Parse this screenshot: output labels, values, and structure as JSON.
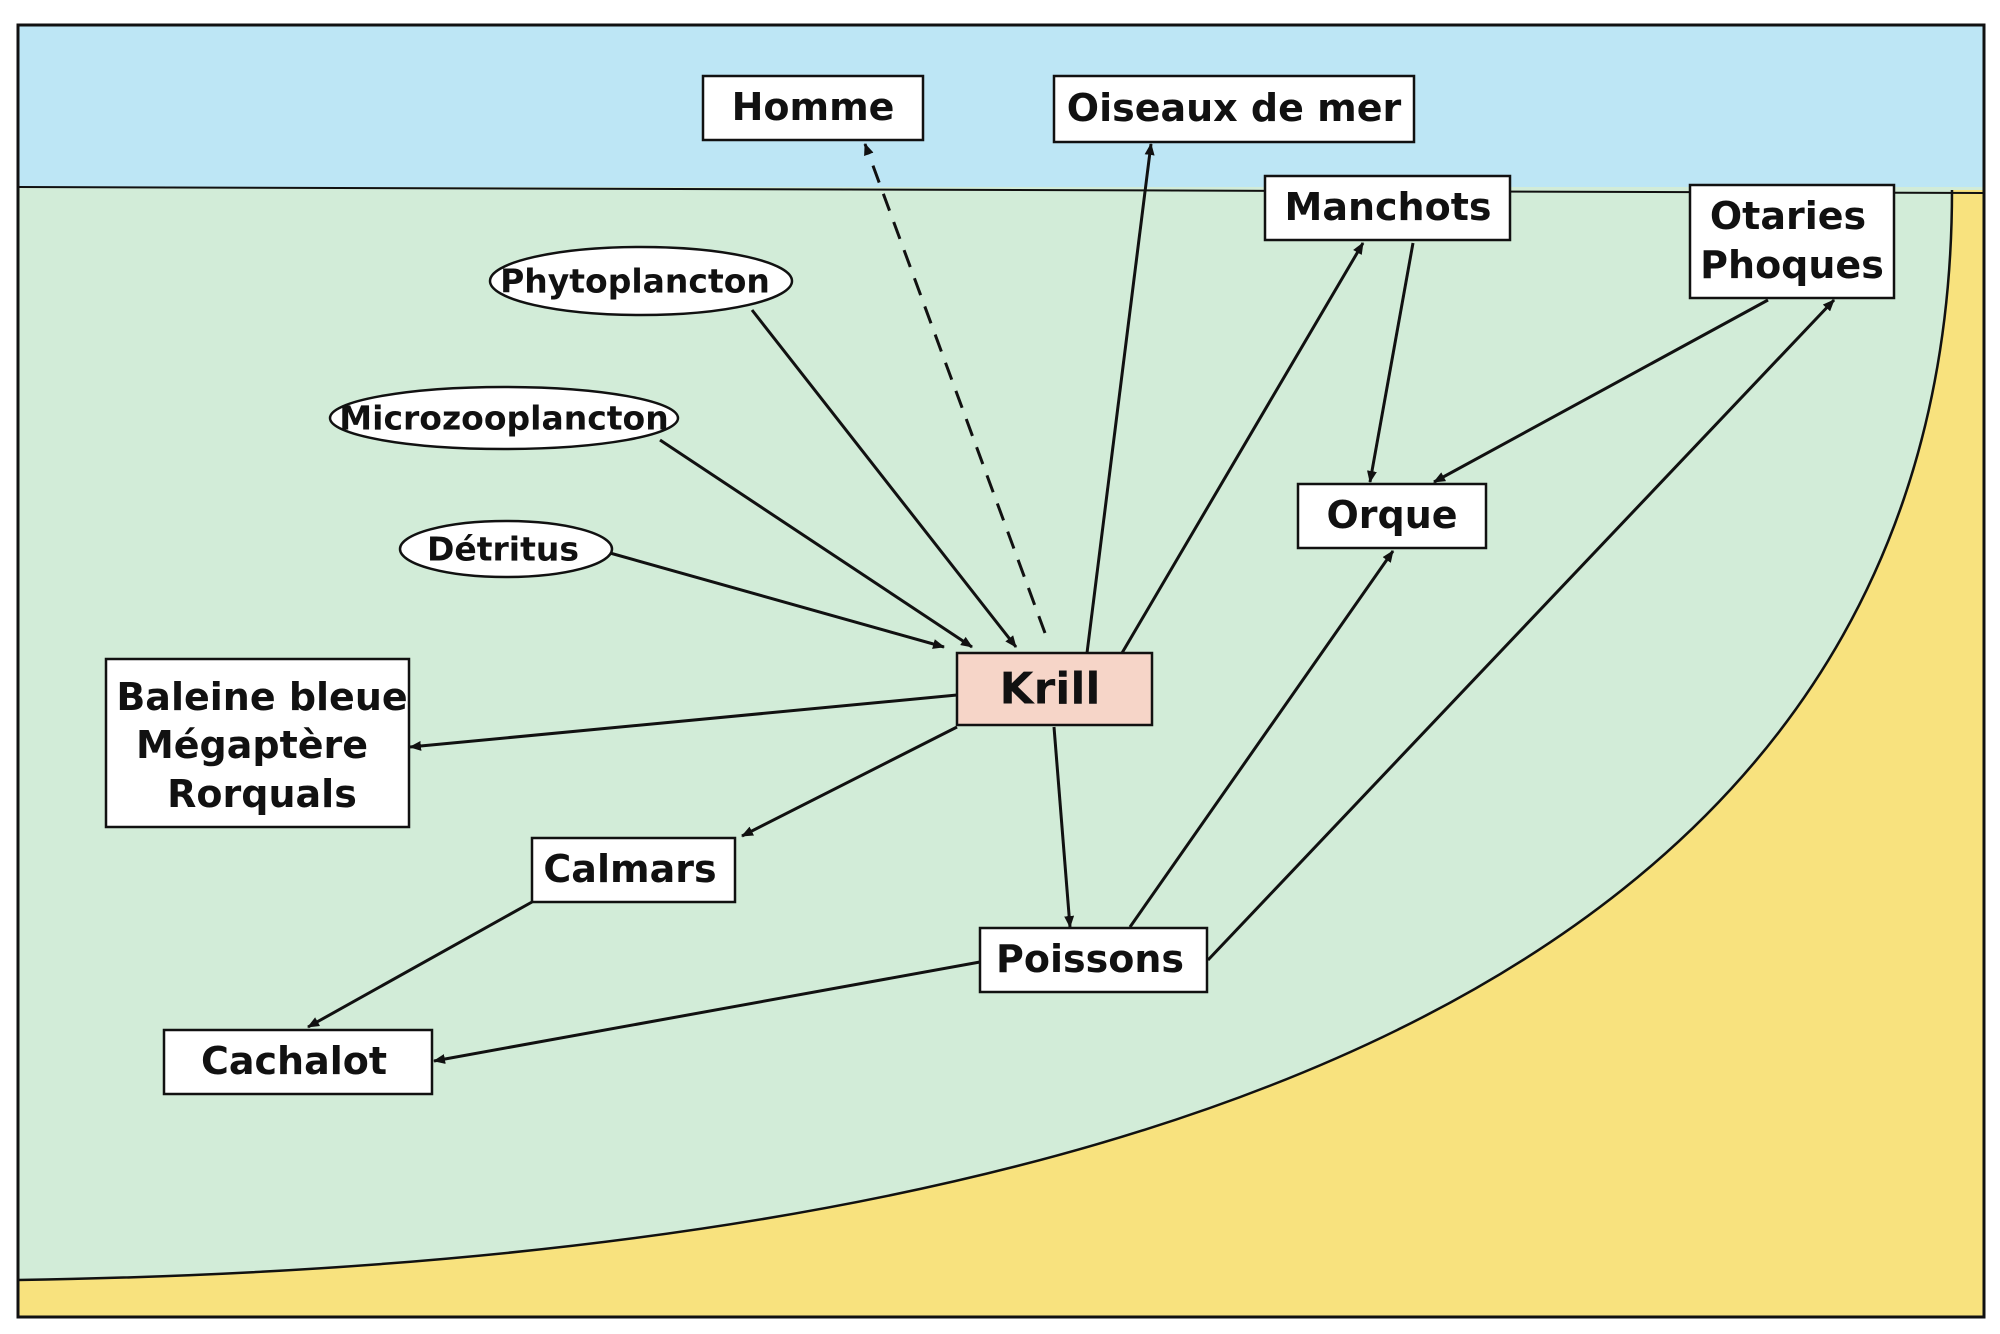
{
  "colors": {
    "sky": "#bde6f5",
    "water": "#d2ecd8",
    "seabed": "#f8e27e",
    "box_fill": "#ffffff",
    "krill_fill": "#f6d5c8",
    "stroke": "#111111"
  },
  "nodes": {
    "homme": "Homme",
    "oiseaux": "Oiseaux de mer",
    "manchots": "Manchots",
    "otaries_line1": "Otaries",
    "otaries_line2": "Phoques",
    "phytoplancton": "Phytoplancton",
    "microzooplancton": "Microzooplancton",
    "detritus": "Détritus",
    "orque": "Orque",
    "krill": "Krill",
    "baleine_line1": "Baleine bleue",
    "baleine_line2": "Mégaptère",
    "baleine_line3": "Rorquals",
    "calmars": "Calmars",
    "poissons": "Poissons",
    "cachalot": "Cachalot"
  },
  "links": [
    {
      "from": "Phytoplancton",
      "to": "Krill"
    },
    {
      "from": "Microzooplancton",
      "to": "Krill"
    },
    {
      "from": "Détritus",
      "to": "Krill"
    },
    {
      "from": "Krill",
      "to": "Homme",
      "style": "dashed"
    },
    {
      "from": "Krill",
      "to": "Oiseaux de mer"
    },
    {
      "from": "Krill",
      "to": "Manchots"
    },
    {
      "from": "Manchots",
      "to": "Orque"
    },
    {
      "from": "Otaries Phoques",
      "to": "Orque"
    },
    {
      "from": "Poissons",
      "to": "Orque"
    },
    {
      "from": "Poissons",
      "to": "Otaries Phoques"
    },
    {
      "from": "Krill",
      "to": "Baleine bleue Mégaptère Rorquals"
    },
    {
      "from": "Krill",
      "to": "Calmars"
    },
    {
      "from": "Krill",
      "to": "Poissons"
    },
    {
      "from": "Calmars",
      "to": "Cachalot"
    },
    {
      "from": "Poissons",
      "to": "Cachalot"
    }
  ]
}
